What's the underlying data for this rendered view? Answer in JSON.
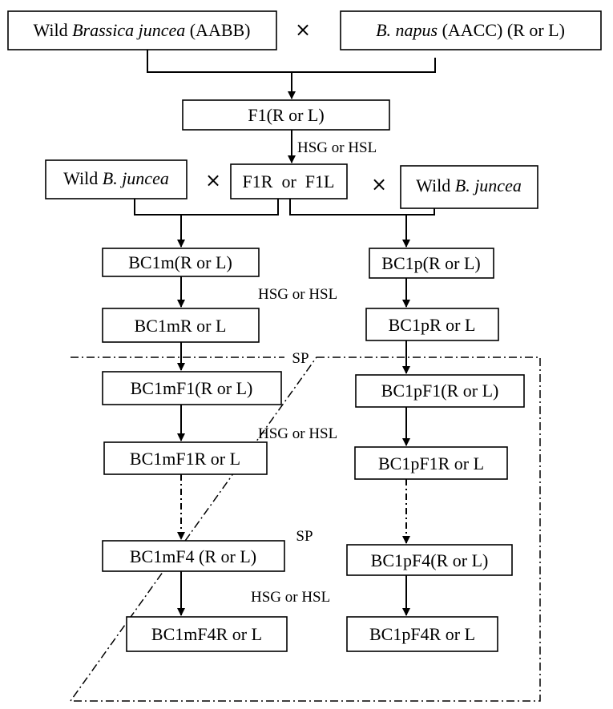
{
  "nodes": {
    "parent_juncea": {
      "plain1": "Wild ",
      "italic": "Brassica juncea",
      "plain2": " (AABB)"
    },
    "parent_napus": {
      "italic": "B. napus",
      "plain": " (AACC) (R or L)"
    },
    "f1": "F1(R or L)",
    "wild_left": {
      "plain": "Wild ",
      "italic": "B. juncea"
    },
    "f1r_f1l": "F1R  or  F1L",
    "wild_right": {
      "plain": "Wild ",
      "italic": "B. juncea"
    },
    "bc1m": "BC1m(R or L)",
    "bc1p": "BC1p(R or L)",
    "bc1mr": "BC1mR or L",
    "bc1pr": "BC1pR or L",
    "bc1mf1": "BC1mF1(R or L)",
    "bc1pf1": "BC1pF1(R or L)",
    "bc1mf1r": "BC1mF1R or L",
    "bc1pf1r": "BC1pF1R or L",
    "bc1mf4": "BC1mF4 (R or L)",
    "bc1pf4": "BC1pF4(R or L)",
    "bc1mf4r": "BC1mF4R or L",
    "bc1pf4r": "BC1pF4R or L"
  },
  "symbols": {
    "cross": "×"
  },
  "labels": {
    "hsg_1": "HSG or HSL",
    "hsg_2": "HSG or HSL",
    "hsg_3": "HSG or HSL",
    "hsg_4": "HSG or HSL",
    "sp_1": "SP",
    "sp_2": "SP"
  }
}
